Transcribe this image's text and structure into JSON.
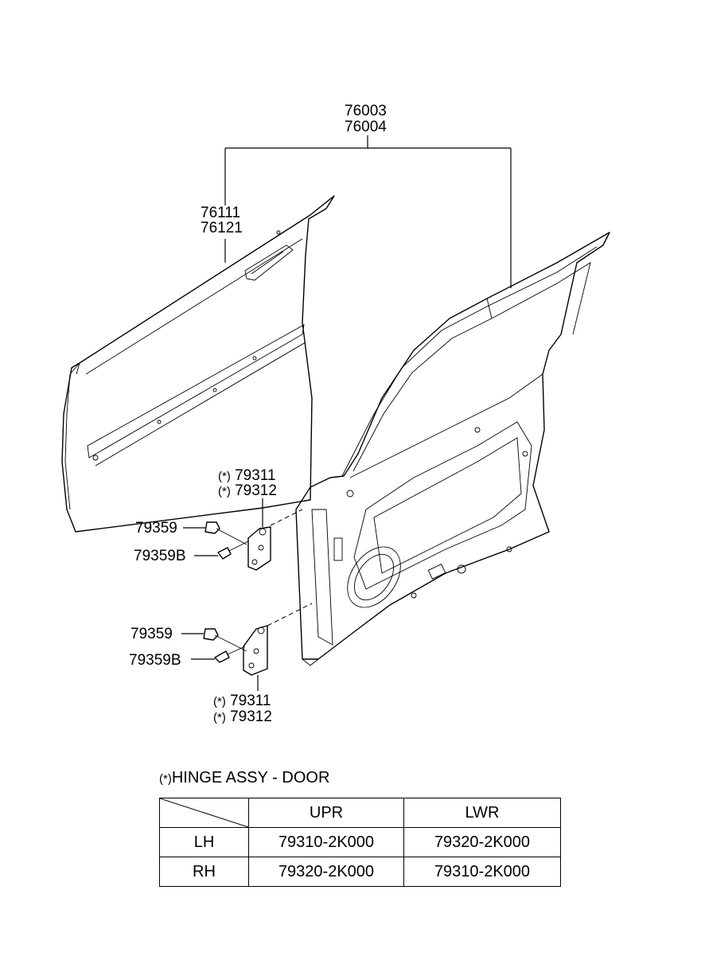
{
  "labels": {
    "door_assy": [
      "76003",
      "76004"
    ],
    "outer_panel": [
      "76111",
      "76121"
    ],
    "hinge_upper": [
      "79311",
      "79312"
    ],
    "hinge_lower": [
      "79311",
      "79312"
    ],
    "bolt_upper": "79359",
    "bolt_upper_b": "79359B",
    "bolt_lower": "79359",
    "bolt_lower_b": "79359B",
    "star": "(*)"
  },
  "legend": {
    "symbol": "(*)",
    "text": "HINGE ASSY - DOOR"
  },
  "table": {
    "headers": [
      "",
      "UPR",
      "LWR"
    ],
    "rows": [
      [
        "LH",
        "79310-2K000",
        "79320-2K000"
      ],
      [
        "RH",
        "79320-2K000",
        "79310-2K000"
      ]
    ]
  }
}
